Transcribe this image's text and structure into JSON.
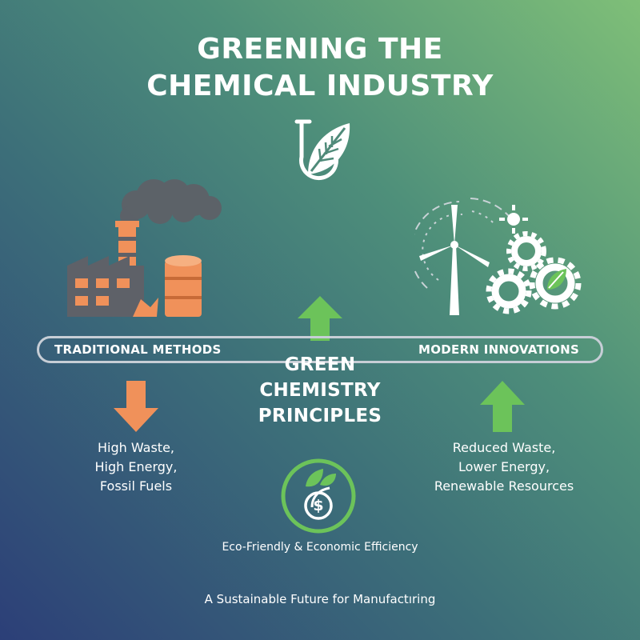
{
  "header": {
    "title_line1": "GREENING THE",
    "title_line2": "CHEMICAL INDUSTRY"
  },
  "icons": {
    "title": "flask-leaf-icon",
    "left": "factory-barrel-icon",
    "right": "wind-turbine-gears-icon",
    "bottom": "leaf-dollar-icon"
  },
  "bar": {
    "left_label": "TRADITIONAL METHODS",
    "right_label": "MODERN INNOVATIONS"
  },
  "center": {
    "line1": "GREEN",
    "line2": "CHEMISTRY",
    "line3": "PRINCIPLES"
  },
  "traditional": {
    "impacts": [
      "High Waste,",
      "High Energy,",
      "Fossil Fuels"
    ]
  },
  "modern": {
    "impacts": [
      "Reduced Waste,",
      "Lower Energy,",
      "Renewable Resources"
    ]
  },
  "bottom": {
    "caption": "Eco-Friendly & Economic Efficiency",
    "dollar_symbol": "$"
  },
  "footer": {
    "tagline": "A Sustainable Future for Manufactıring"
  },
  "colors": {
    "orange": "#f0915a",
    "green": "#6cc35a",
    "bar_outline": "#c7ced6",
    "factory_gray": "#5e6168"
  }
}
